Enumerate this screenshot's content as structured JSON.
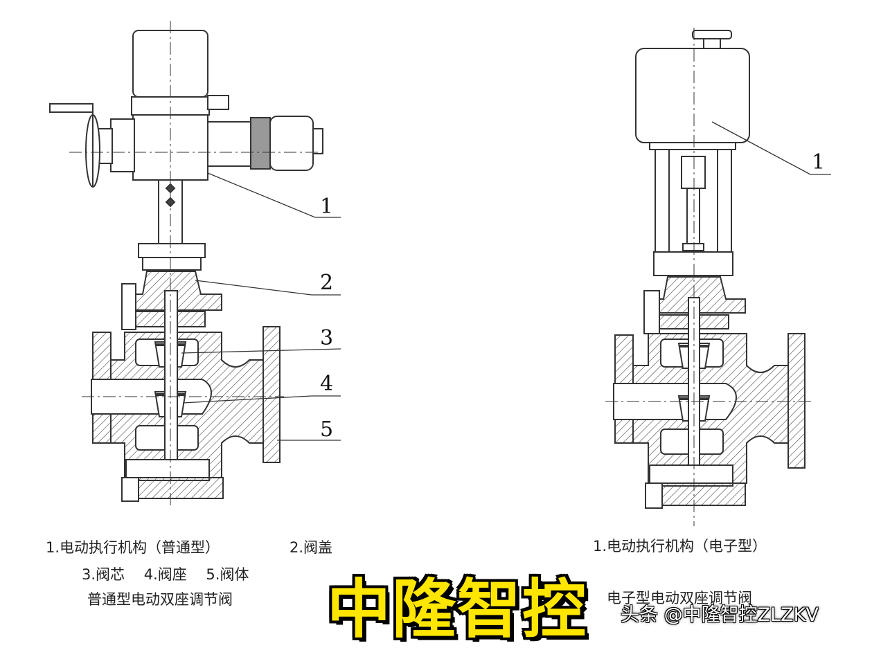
{
  "left_diagram": {
    "callouts": [
      "1",
      "2",
      "3",
      "4",
      "5"
    ],
    "legend_line1": "1.电动执行机构（普通型）",
    "legend_line1b": "2.阀盖",
    "legend_line2": "3.阀芯　 4.阀座　 5.阀体",
    "caption": "普通型电动双座调节阀"
  },
  "right_diagram": {
    "callouts": [
      "1"
    ],
    "legend_line1": "1.电动执行机构（电子型）",
    "caption": "电子型电动双座调节阀"
  },
  "brand": "中隆智控",
  "watermark": "头条 @中隆智控ZLZKV"
}
